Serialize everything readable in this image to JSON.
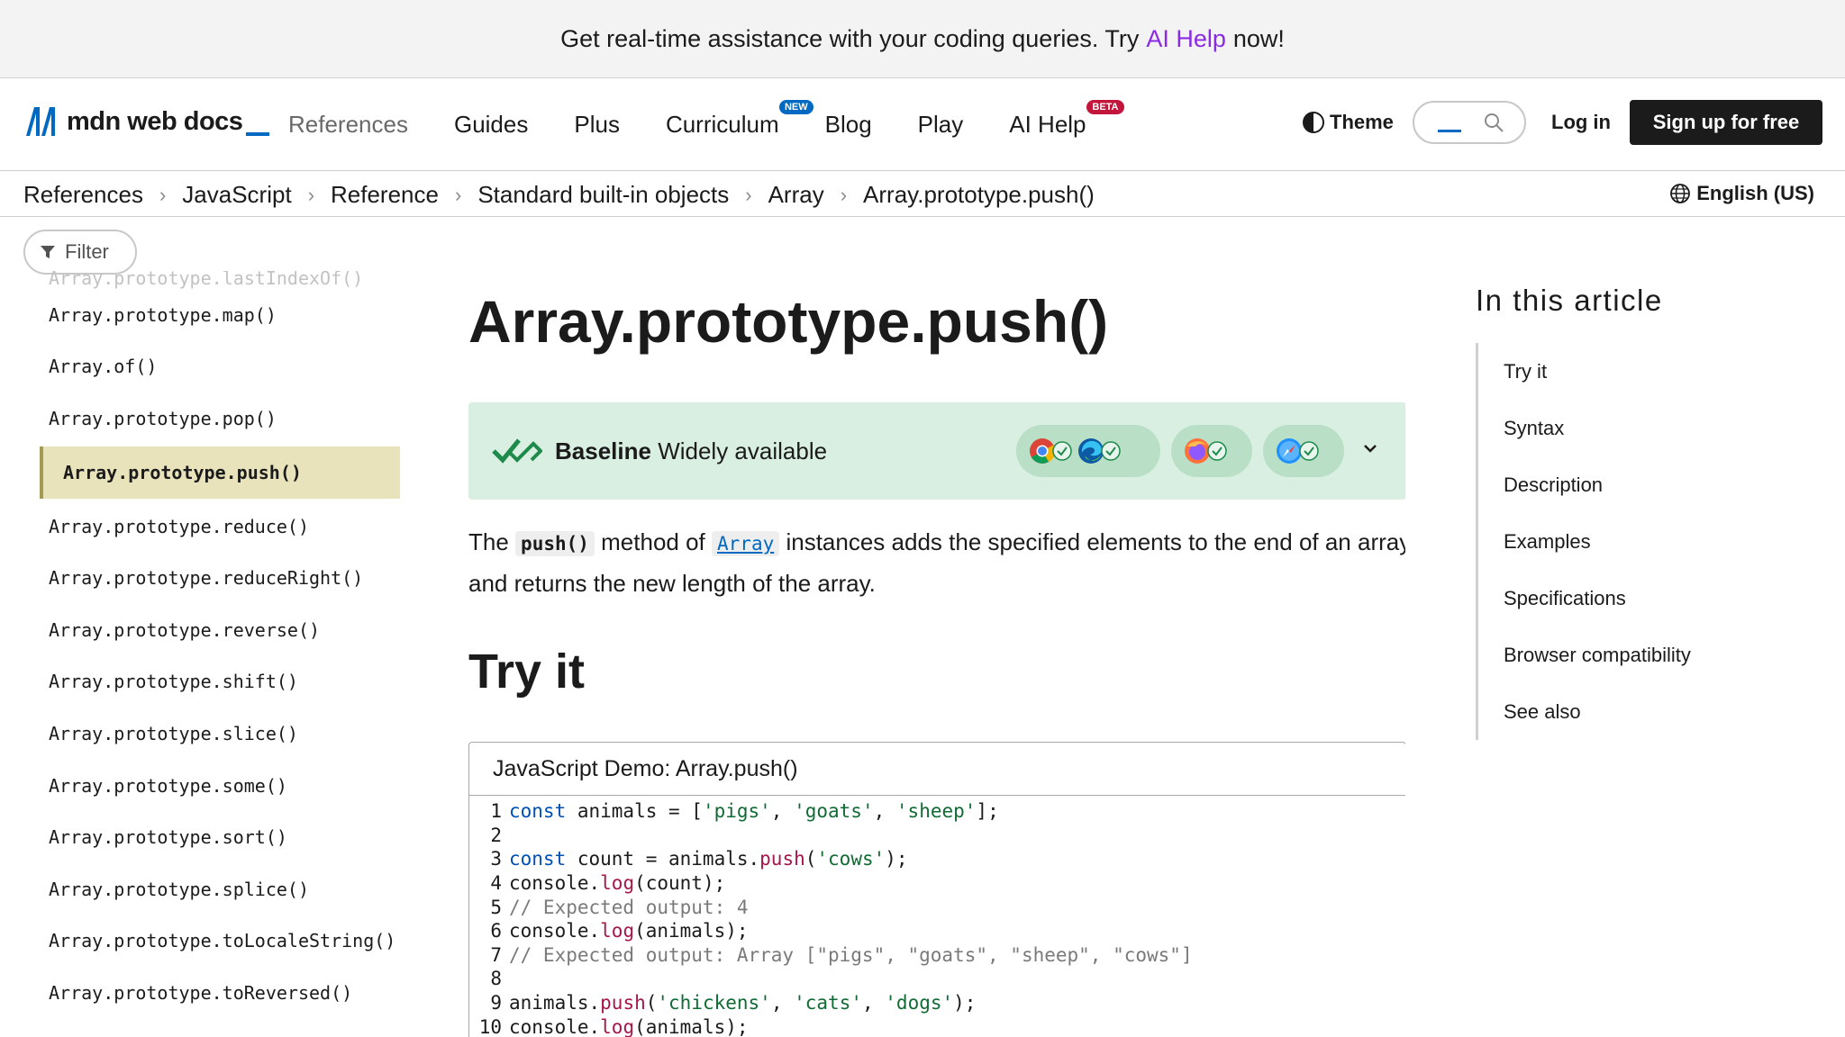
{
  "banner": {
    "text_before": "Get real-time assistance with your coding queries. Try",
    "link": "AI Help",
    "text_after": "now!"
  },
  "header": {
    "logo_text": "mdn web docs",
    "nav": [
      {
        "label": "References",
        "badge": ""
      },
      {
        "label": "Guides",
        "badge": ""
      },
      {
        "label": "Plus",
        "badge": ""
      },
      {
        "label": "Curriculum",
        "badge": "NEW"
      },
      {
        "label": "Blog",
        "badge": ""
      },
      {
        "label": "Play",
        "badge": ""
      },
      {
        "label": "AI Help",
        "badge": "BETA"
      }
    ],
    "theme_label": "Theme",
    "login_label": "Log in",
    "signup_label": "Sign up for free"
  },
  "breadcrumbs": [
    "References",
    "JavaScript",
    "Reference",
    "Standard built-in objects",
    "Array",
    "Array.prototype.push()"
  ],
  "language": "English (US)",
  "sidebar": {
    "filter_label": "Filter",
    "items": [
      "Array.prototype.lastIndexOf()",
      "Array.prototype.map()",
      "Array.of()",
      "Array.prototype.pop()",
      "Array.prototype.push()",
      "Array.prototype.reduce()",
      "Array.prototype.reduceRight()",
      "Array.prototype.reverse()",
      "Array.prototype.shift()",
      "Array.prototype.slice()",
      "Array.prototype.some()",
      "Array.prototype.sort()",
      "Array.prototype.splice()",
      "Array.prototype.toLocaleString()",
      "Array.prototype.toReversed()"
    ],
    "current_index": 4
  },
  "article": {
    "title": "Array.prototype.push()",
    "baseline": {
      "bold": "Baseline",
      "rest": "Widely available"
    },
    "desc": {
      "p1": "The",
      "code1": "push()",
      "p2": "method of",
      "link": "Array",
      "p3": "instances adds the specified elements to the end of an array and returns the new length of the array."
    },
    "try_it_heading": "Try it",
    "demo_title": "JavaScript Demo: Array.push()"
  },
  "code_lines": [
    "const animals = ['pigs', 'goats', 'sheep'];",
    "",
    "const count = animals.push('cows');",
    "console.log(count);",
    "// Expected output: 4",
    "console.log(animals);",
    "// Expected output: Array [\"pigs\", \"goats\", \"sheep\", \"cows\"]",
    "",
    "animals.push('chickens', 'cats', 'dogs');",
    "console.log(animals);"
  ],
  "toc": {
    "title": "In this article",
    "items": [
      "Try it",
      "Syntax",
      "Description",
      "Examples",
      "Specifications",
      "Browser compatibility",
      "See also"
    ]
  },
  "icons": {
    "logo": "mdn-logo-icon",
    "theme": "theme-contrast-icon",
    "search": "search-icon",
    "globe": "globe-icon",
    "filter": "filter-icon",
    "chevron": "chevron-down-icon",
    "browsers": [
      "chrome-icon",
      "edge-icon",
      "firefox-icon",
      "safari-icon"
    ]
  },
  "colors": {
    "accent": "#0069c2",
    "ai_link": "#8a2be2",
    "baseline_bg": "#d8efe1",
    "current_item_bg": "#e8e3ba",
    "signup_bg": "#1b1b1b"
  }
}
